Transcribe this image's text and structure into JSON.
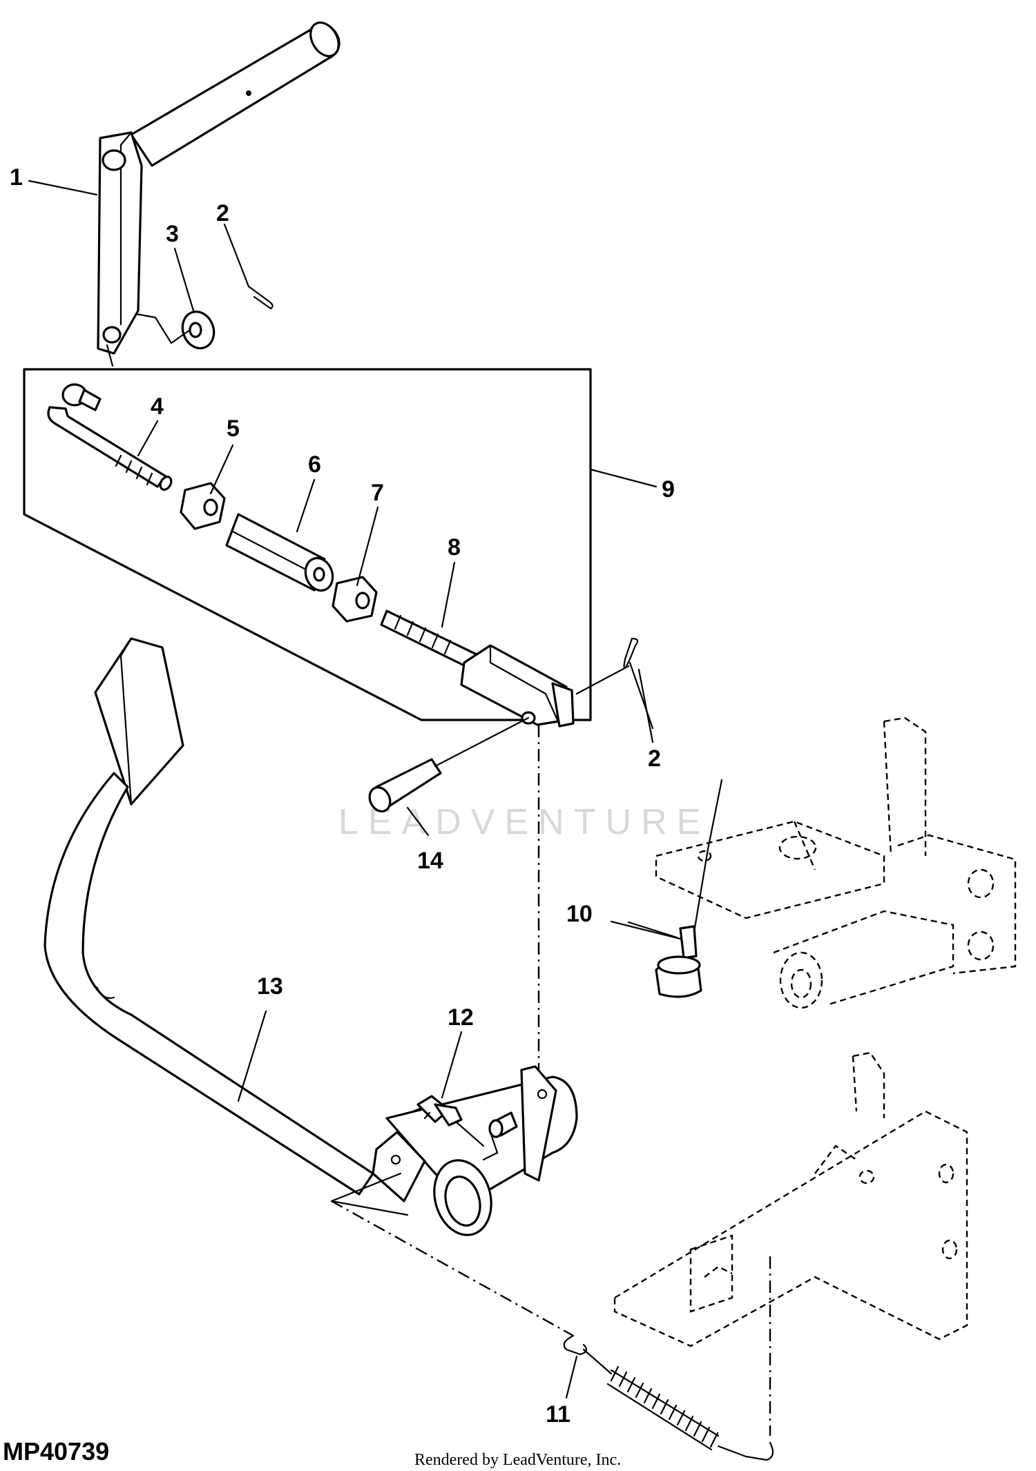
{
  "watermark": "LEADVENTURE",
  "figure_id": "MP40739",
  "footer": "Rendered by LeadVenture, Inc.",
  "callouts": [
    {
      "id": "c1",
      "label": "1"
    },
    {
      "id": "c2a",
      "label": "2"
    },
    {
      "id": "c3",
      "label": "3"
    },
    {
      "id": "c4",
      "label": "4"
    },
    {
      "id": "c5",
      "label": "5"
    },
    {
      "id": "c6",
      "label": "6"
    },
    {
      "id": "c7",
      "label": "7"
    },
    {
      "id": "c8",
      "label": "8"
    },
    {
      "id": "c9",
      "label": "9"
    },
    {
      "id": "c2b",
      "label": "2"
    },
    {
      "id": "c14",
      "label": "14"
    },
    {
      "id": "c10",
      "label": "10"
    },
    {
      "id": "c13",
      "label": "13"
    },
    {
      "id": "c12",
      "label": "12"
    },
    {
      "id": "c11",
      "label": "11"
    }
  ]
}
